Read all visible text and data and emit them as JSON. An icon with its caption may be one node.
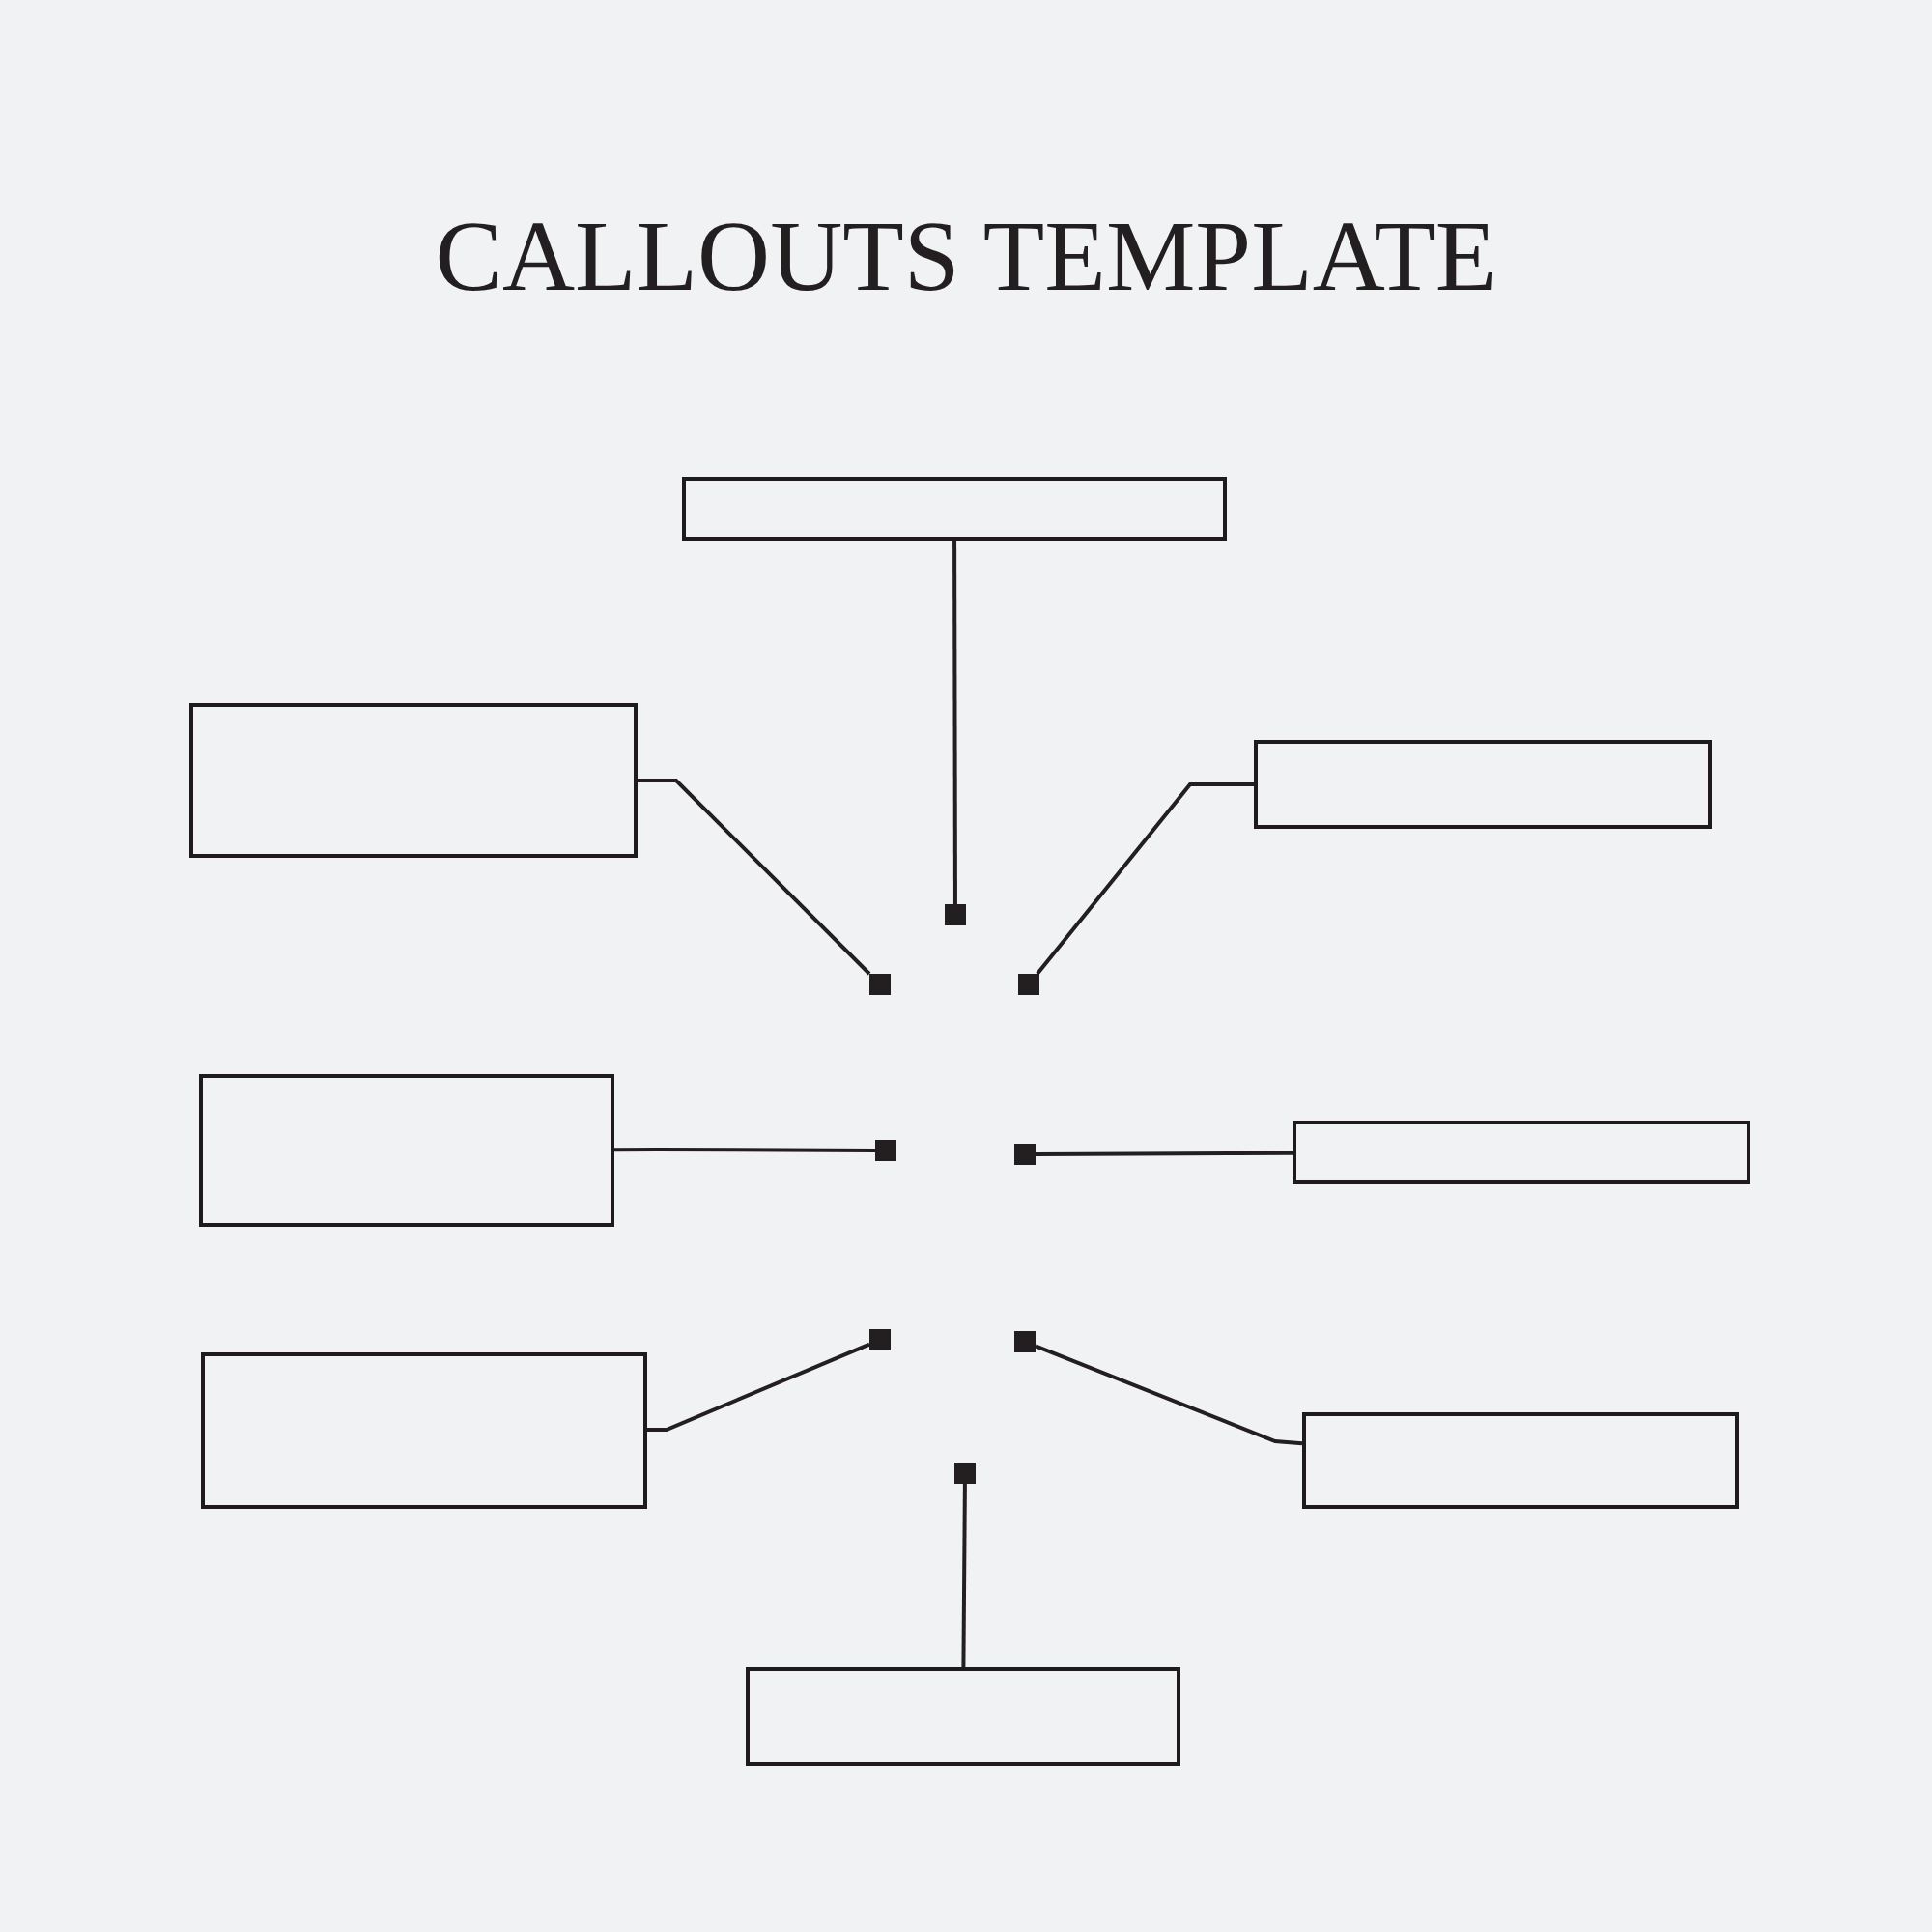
{
  "diagram": {
    "title": "CALLOUTS TEMPLATE",
    "nodes": [
      {
        "text": [],
        "shape": "box"
      },
      {
        "text": [],
        "shape": "box"
      },
      {
        "text": [],
        "shape": "box"
      },
      {
        "text": [],
        "shape": "box"
      },
      {
        "text": [],
        "shape": "box"
      },
      {
        "text": [],
        "shape": "box"
      },
      {
        "text": [],
        "shape": "box"
      },
      {
        "text": [],
        "shape": "box"
      },
      {
        "text": [],
        "shape": "square"
      },
      {
        "text": [],
        "shape": "square"
      },
      {
        "text": [],
        "shape": "square"
      },
      {
        "text": [],
        "shape": "square"
      },
      {
        "text": [],
        "shape": "square"
      },
      {
        "text": [],
        "shape": "square"
      },
      {
        "text": [],
        "shape": "square"
      },
      {
        "text": [],
        "shape": "square"
      }
    ],
    "edges": [
      {
        "from": 0,
        "to": 8,
        "arrow": "none"
      },
      {
        "from": 1,
        "to": 9,
        "arrow": "none"
      },
      {
        "from": 2,
        "to": 10,
        "arrow": "none"
      },
      {
        "from": 3,
        "to": 11,
        "arrow": "none"
      },
      {
        "from": 4,
        "to": 12,
        "arrow": "none"
      },
      {
        "from": 5,
        "to": 13,
        "arrow": "none"
      },
      {
        "from": 6,
        "to": 14,
        "arrow": "none"
      },
      {
        "from": 7,
        "to": 15,
        "arrow": "none"
      }
    ]
  }
}
